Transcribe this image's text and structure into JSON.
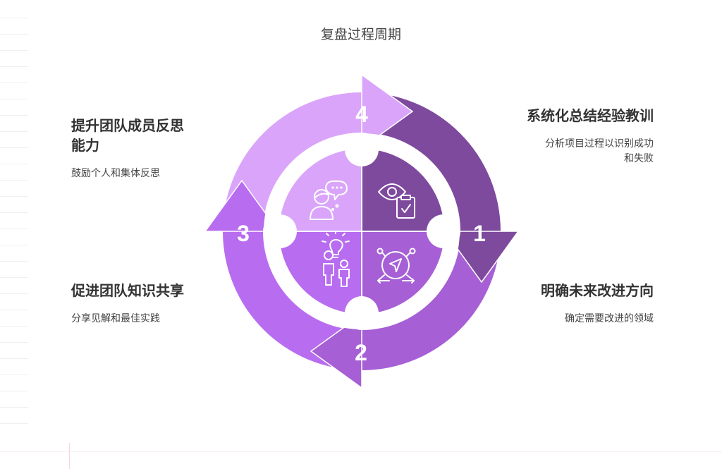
{
  "title": "复盘过程周期",
  "colors": {
    "step1": "#7E4A9E",
    "step2": "#A65FD5",
    "step3": "#B86CEF",
    "step4": "#D9A4FA"
  },
  "steps": [
    {
      "number": "1",
      "title": "系统化总结经验教训",
      "description": "分析项目过程以识别成功和失败",
      "icon": "eye-clipboard-icon"
    },
    {
      "number": "2",
      "title": "明确未来改进方向",
      "description": "确定需要改进的领域",
      "icon": "compass-target-icon"
    },
    {
      "number": "3",
      "title": "促进团队知识共享",
      "description": "分享见解和最佳实践",
      "icon": "people-lightbulb-icon"
    },
    {
      "number": "4",
      "title": "提升团队成员反思能力",
      "description": "鼓励个人和集体反思",
      "icon": "person-thinking-icon"
    }
  ]
}
